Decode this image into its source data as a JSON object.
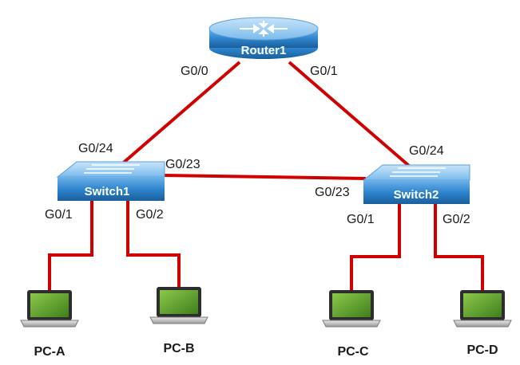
{
  "colors": {
    "link": "#d00000",
    "device_fill": "#1f6fb5",
    "pc_screen": "#5a9a2a"
  },
  "router": {
    "name": "Router1",
    "icon": "router-icon",
    "ports": {
      "left": "G0/0",
      "right": "G0/1"
    }
  },
  "switch1": {
    "name": "Switch1",
    "icon": "switch-icon",
    "ports": {
      "uplink": "G0/24",
      "trunk": "G0/23",
      "p1": "G0/1",
      "p2": "G0/2"
    }
  },
  "switch2": {
    "name": "Switch2",
    "icon": "switch-icon",
    "ports": {
      "uplink": "G0/24",
      "trunk": "G0/23",
      "p1": "G0/1",
      "p2": "G0/2"
    }
  },
  "pcs": [
    {
      "name": "PC-A",
      "icon": "laptop-icon"
    },
    {
      "name": "PC-B",
      "icon": "laptop-icon"
    },
    {
      "name": "PC-C",
      "icon": "laptop-icon"
    },
    {
      "name": "PC-D",
      "icon": "laptop-icon"
    }
  ]
}
